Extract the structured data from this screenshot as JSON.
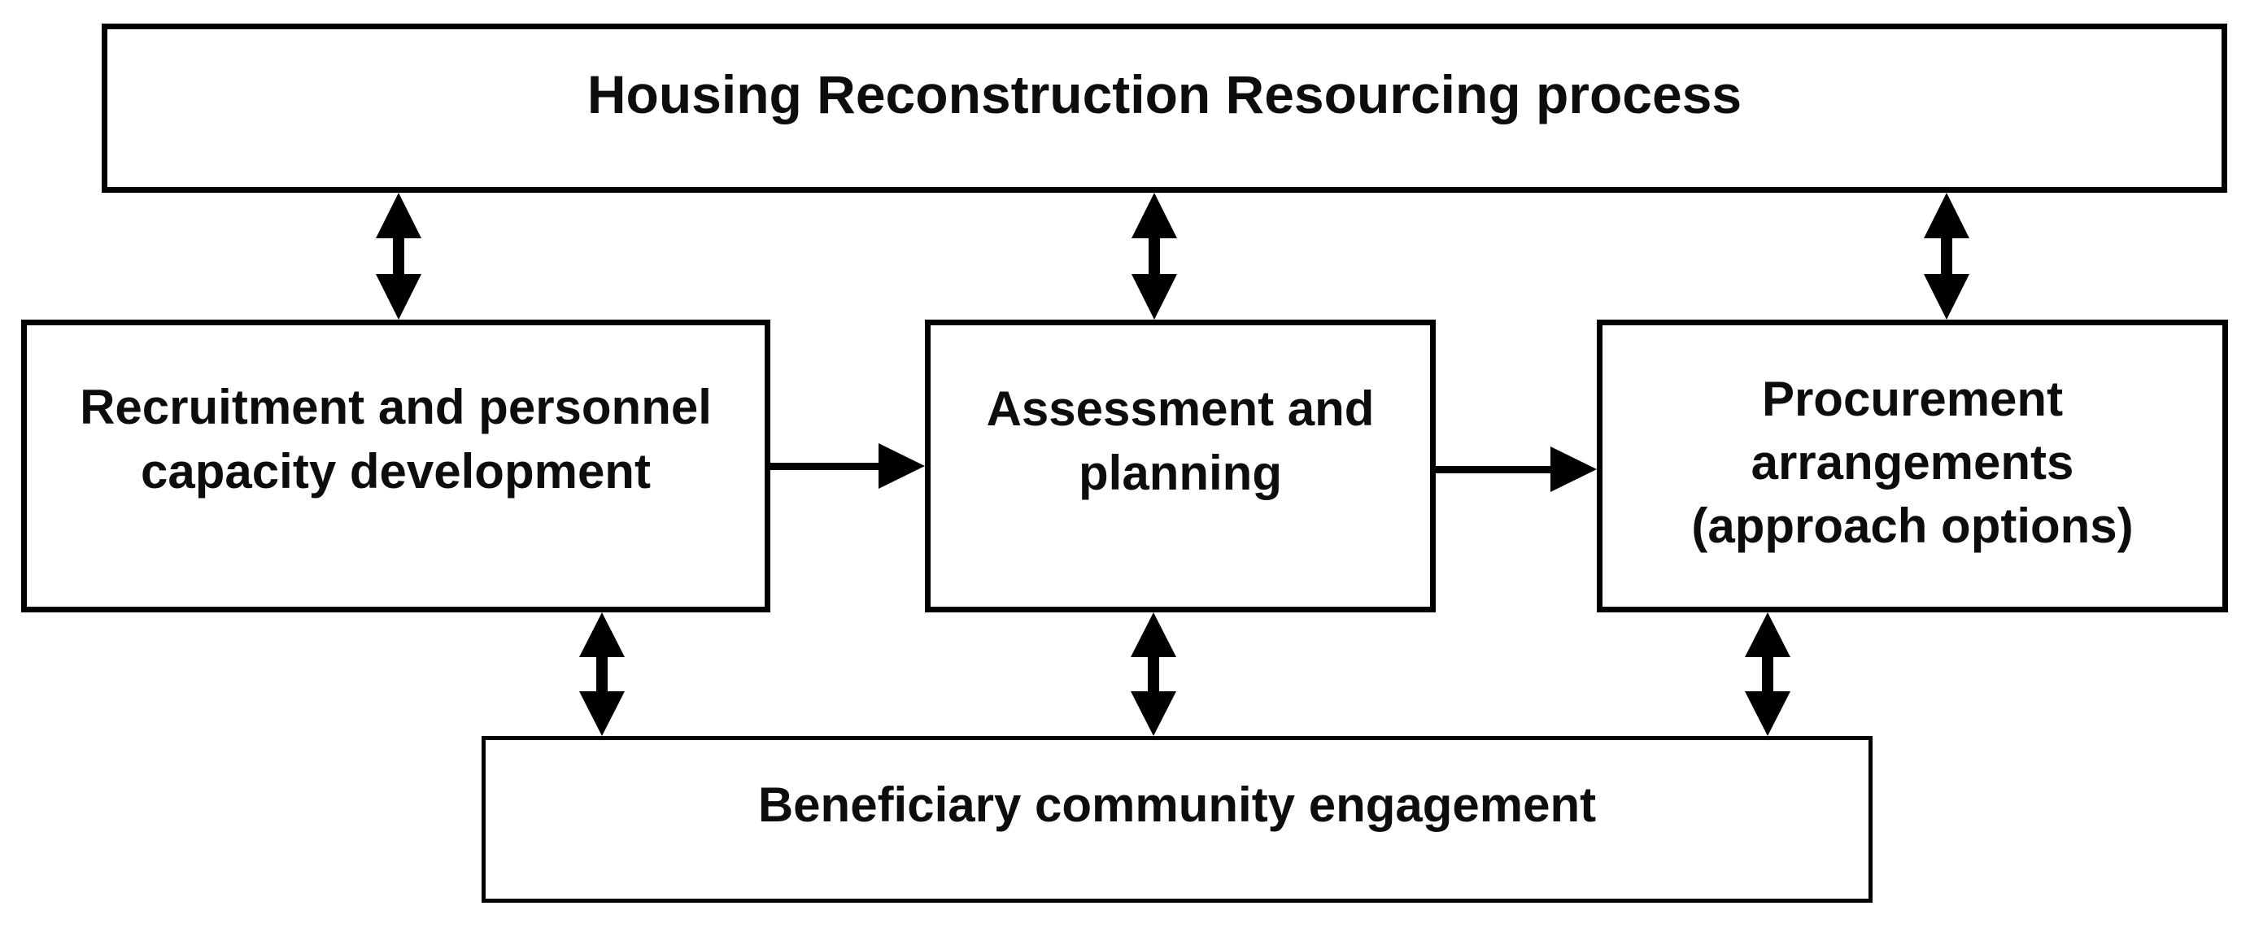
{
  "diagram": {
    "type": "flowchart",
    "boxes": {
      "top": {
        "text": "Housing Reconstruction Resourcing process"
      },
      "left": {
        "line1": "Recruitment and personnel",
        "line2": "capacity development"
      },
      "middle": {
        "line1": "Assessment and",
        "line2": "planning"
      },
      "right": {
        "line1": "Procurement",
        "line2": "arrangements",
        "line3": "(approach options)"
      },
      "bottom": {
        "text": "Beneficiary community engagement"
      }
    },
    "connections": [
      {
        "from": "housing-reconstruction-resourcing-process",
        "to": "recruitment-and-personnel-capacity-development",
        "type": "bidirectional-vertical"
      },
      {
        "from": "housing-reconstruction-resourcing-process",
        "to": "assessment-and-planning",
        "type": "bidirectional-vertical"
      },
      {
        "from": "housing-reconstruction-resourcing-process",
        "to": "procurement-arrangements",
        "type": "bidirectional-vertical"
      },
      {
        "from": "recruitment-and-personnel-capacity-development",
        "to": "assessment-and-planning",
        "type": "one-way-right"
      },
      {
        "from": "assessment-and-planning",
        "to": "procurement-arrangements",
        "type": "one-way-right"
      },
      {
        "from": "recruitment-and-personnel-capacity-development",
        "to": "beneficiary-community-engagement",
        "type": "bidirectional-vertical"
      },
      {
        "from": "assessment-and-planning",
        "to": "beneficiary-community-engagement",
        "type": "bidirectional-vertical"
      },
      {
        "from": "procurement-arrangements",
        "to": "beneficiary-community-engagement",
        "type": "bidirectional-vertical"
      }
    ],
    "colors": {
      "line": "#000000",
      "background": "#ffffff",
      "text": "#0d0d0d"
    }
  }
}
